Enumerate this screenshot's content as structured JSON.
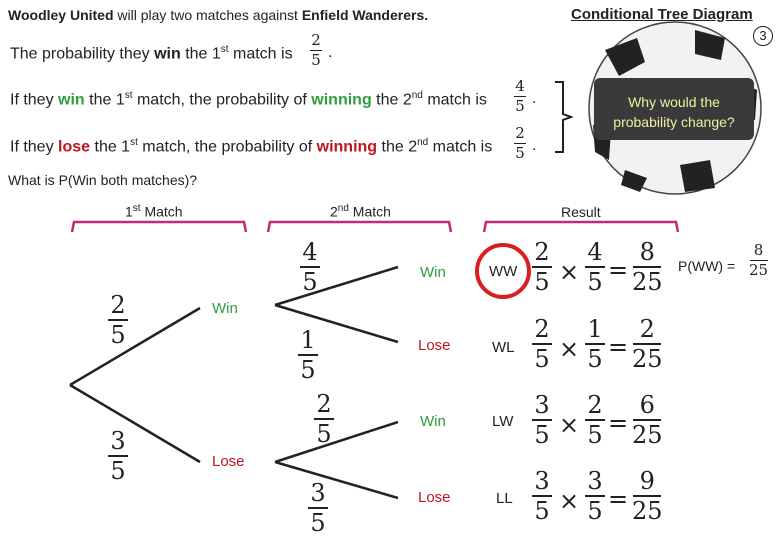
{
  "header": {
    "team1": "Woodley United",
    "middle": " will play two matches against ",
    "team2": "Enfield Wanderers",
    "end": ".",
    "title": "Conditional Tree Diagram",
    "number": "3"
  },
  "lines": {
    "l1_a": "The probability they ",
    "l1_win": "win",
    "l1_b": " the 1",
    "l1_sup": "st",
    "l1_c": " match is",
    "l1_num": "2",
    "l1_den": "5",
    "l2_a": "If they ",
    "l2_win": "win",
    "l2_b": " the 1",
    "l2_sup1": "st",
    "l2_c": " match, the probability of ",
    "l2_winning": "winning",
    "l2_d": " the 2",
    "l2_sup2": "nd",
    "l2_e": " match is",
    "l2_num": "4",
    "l2_den": "5",
    "l3_a": "If they ",
    "l3_lose": "lose",
    "l3_b": " the 1",
    "l3_sup1": "st",
    "l3_c": " match, the probability of ",
    "l3_winning": "winning",
    "l3_d": " the 2",
    "l3_sup2": "nd",
    "l3_e": " match is",
    "l3_num": "2",
    "l3_den": "5",
    "period": "."
  },
  "callout": "Why would the probability change?",
  "question": "What is P(Win both matches)?",
  "columns": {
    "first": "1",
    "first_sup": "st",
    "first_b": " Match",
    "second": "2",
    "second_sup": "nd",
    "second_b": "  Match",
    "result": "Result"
  },
  "tree": {
    "first_branch": [
      {
        "label": "Win",
        "num": "2",
        "den": "5"
      },
      {
        "label": "Lose",
        "num": "3",
        "den": "5"
      }
    ],
    "second_branch": [
      {
        "label": "Win",
        "num": "4",
        "den": "5"
      },
      {
        "label": "Lose",
        "num": "1",
        "den": "5"
      },
      {
        "label": "Win",
        "num": "2",
        "den": "5"
      },
      {
        "label": "Lose",
        "num": "3",
        "den": "5"
      }
    ]
  },
  "results": [
    {
      "outcome": "WW",
      "a_num": "2",
      "a_den": "5",
      "b_num": "4",
      "b_den": "5",
      "r_num": "8",
      "r_den": "25"
    },
    {
      "outcome": "WL",
      "a_num": "2",
      "a_den": "5",
      "b_num": "1",
      "b_den": "5",
      "r_num": "2",
      "r_den": "25"
    },
    {
      "outcome": "LW",
      "a_num": "3",
      "a_den": "5",
      "b_num": "2",
      "b_den": "5",
      "r_num": "6",
      "r_den": "25"
    },
    {
      "outcome": "LL",
      "a_num": "3",
      "a_den": "5",
      "b_num": "3",
      "b_den": "5",
      "r_num": "9",
      "r_den": "25"
    }
  ],
  "operators": {
    "times": "×",
    "equals": "="
  },
  "answer": {
    "label": "P(WW) =",
    "num": "8",
    "den": "25"
  },
  "colors": {
    "win": "#2e9e3a",
    "lose": "#c0141c",
    "bracket": "#c4287a",
    "circle": "#d81e1e"
  }
}
